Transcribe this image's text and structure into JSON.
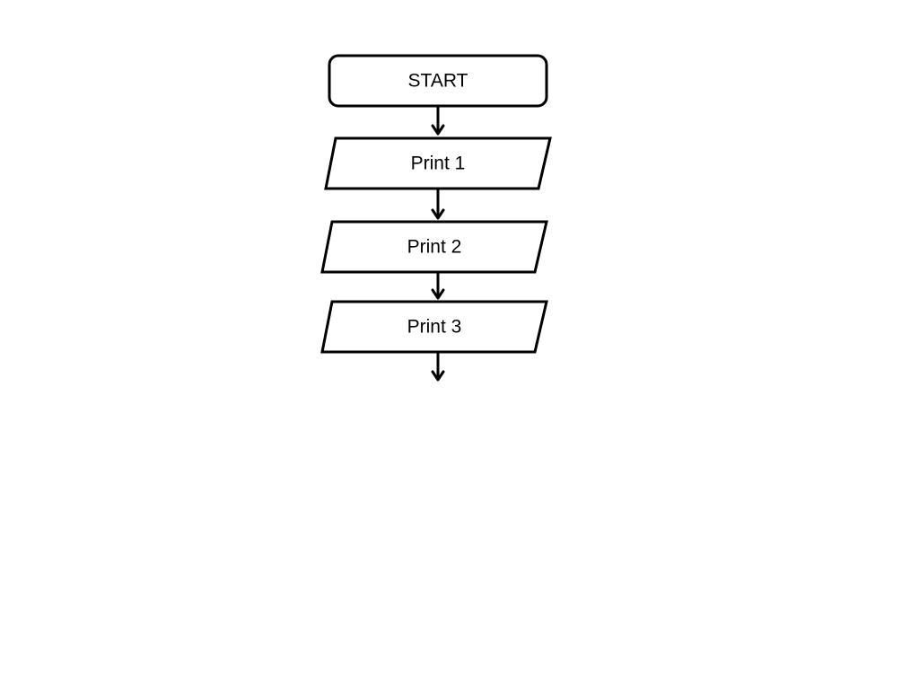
{
  "diagram": {
    "nodes": [
      {
        "id": "start",
        "shape": "terminator",
        "label": "START"
      },
      {
        "id": "print1",
        "shape": "parallelogram",
        "label": "Print 1"
      },
      {
        "id": "print2",
        "shape": "parallelogram",
        "label": "Print 2"
      },
      {
        "id": "print3",
        "shape": "parallelogram",
        "label": "Print 3"
      }
    ],
    "edges": [
      {
        "from": "start",
        "to": "print1"
      },
      {
        "from": "print1",
        "to": "print2"
      },
      {
        "from": "print2",
        "to": "print3"
      },
      {
        "from": "print3",
        "to": ""
      }
    ],
    "colors": {
      "stroke": "#000000",
      "fill": "#ffffff",
      "background": "#ffffff"
    }
  }
}
